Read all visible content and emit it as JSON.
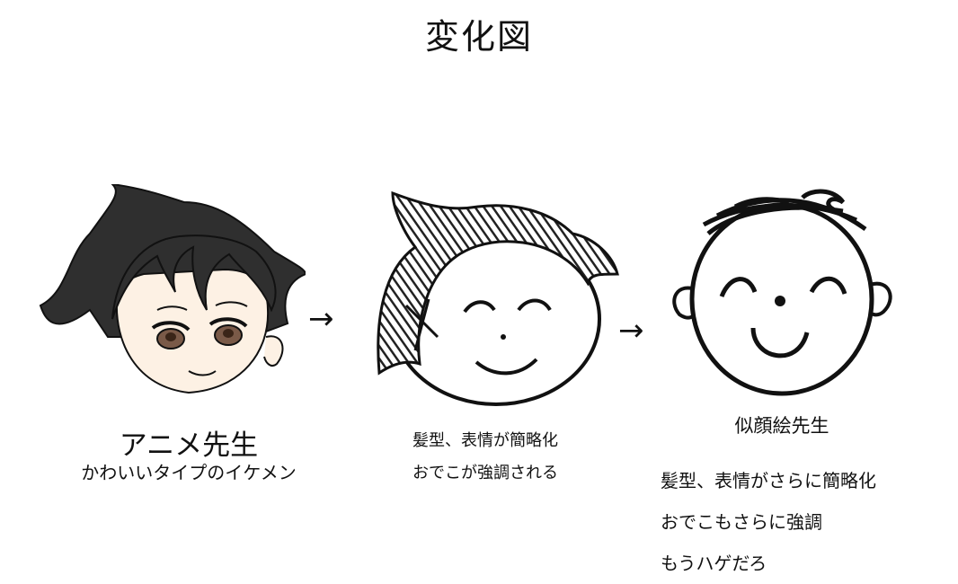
{
  "title": "変化図",
  "arrows": [
    "→",
    "→"
  ],
  "stages": [
    {
      "name": "アニメ先生",
      "description": "かわいいタイプのイケメン"
    },
    {
      "notes": [
        "髪型、表情が簡略化",
        "おでこが強調される"
      ]
    },
    {
      "name": "似顔絵先生",
      "notes": [
        "髪型、表情がさらに簡略化",
        "おでこもさらに強調",
        "もうハゲだろ"
      ]
    }
  ],
  "colors": {
    "hair": "#2f2f2f",
    "skin": "#fdf1e4",
    "eye": "#7a5a48",
    "line": "#111111"
  }
}
